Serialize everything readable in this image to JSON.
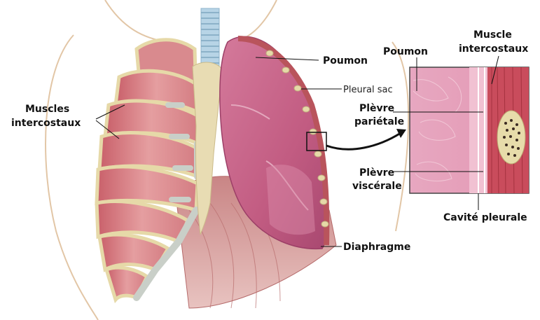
{
  "labels": {
    "muscles_line1": "Muscles",
    "muscles_line2": "intercostaux",
    "poumon": "Poumon",
    "pleural_sac": "Pleural sac",
    "diaphragme": "Diaphragme",
    "inset_poumon": "Poumon",
    "inset_muscle_line1": "Muscle",
    "inset_muscle_line2": "intercostaux",
    "plevre_parietale_line1": "Plèvre",
    "plevre_parietale_line2": "pariétale",
    "plevre_viscerale_line1": "Plèvre",
    "plevre_viscerale_line2": "viscérale",
    "cavite_pleurale": "Cavité pleurale"
  },
  "colors": {
    "muscle": "#d9868a",
    "muscle_dark": "#b9545c",
    "rib": "#e6d9a8",
    "cartilage": "#c9cfc8",
    "lung": "#c76a8c",
    "lung_light": "#e3a8bd",
    "sternum": "#e8dcb3",
    "trachea": "#a9cbe0",
    "diaphragm": "#c77878",
    "outline": "#d9b89a"
  }
}
